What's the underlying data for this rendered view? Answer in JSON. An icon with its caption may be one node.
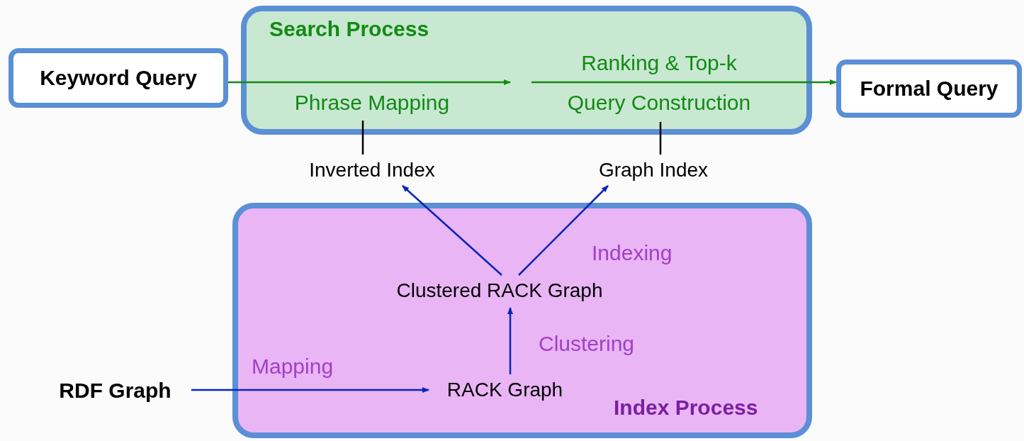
{
  "diagram": {
    "nodes": [
      {
        "text": [
          "Keyword Query"
        ]
      },
      {
        "text": [
          "Search Process"
        ]
      },
      {
        "text": [
          "Phrase Mapping"
        ],
        "in": 1
      },
      {
        "text": [
          "Ranking & Top-k",
          "Query Construction"
        ],
        "in": 1
      },
      {
        "text": [
          "Formal Query"
        ]
      },
      {
        "text": [
          "Inverted Index"
        ]
      },
      {
        "text": [
          "Graph Index"
        ]
      },
      {
        "text": [
          "Index Process"
        ]
      },
      {
        "text": [
          "Clustered RACK Graph"
        ],
        "in": 7
      },
      {
        "text": [
          "RACK Graph"
        ],
        "in": 7
      },
      {
        "text": [
          "RDF Graph"
        ]
      }
    ],
    "edges": [
      {
        "from": 0,
        "to": 3,
        "arrow": "to",
        "color": "#138a13"
      },
      {
        "from": 3,
        "to": 4,
        "arrow": "to",
        "color": "#138a13"
      },
      {
        "from": 2,
        "to": 5,
        "arrow": "none",
        "color": "#000000"
      },
      {
        "from": 3,
        "to": 6,
        "arrow": "none",
        "color": "#000000"
      },
      {
        "from": 8,
        "to": 5,
        "arrow": "to"
      },
      {
        "from": 8,
        "to": 6,
        "arrow": "to"
      },
      {
        "from": 9,
        "to": 8,
        "arrow": "to",
        "label": "Clustering"
      },
      {
        "from": 10,
        "to": 9,
        "arrow": "to",
        "label": "Mapping"
      }
    ],
    "labels": [
      "Indexing"
    ]
  }
}
